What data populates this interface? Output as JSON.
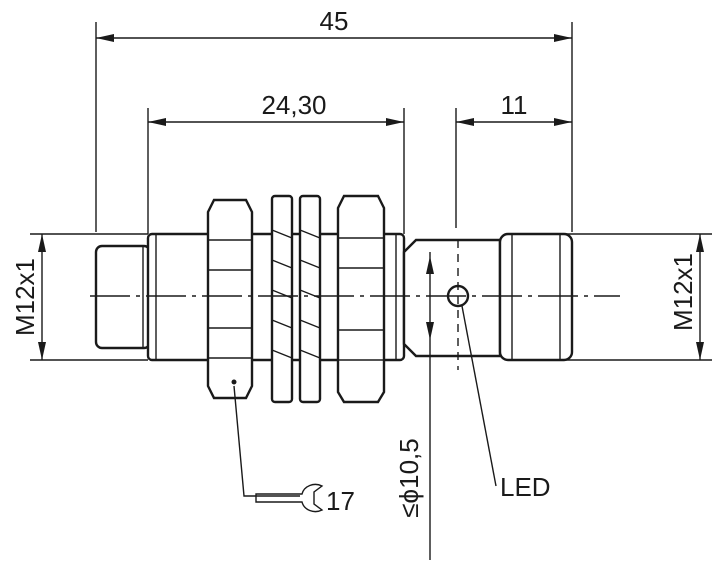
{
  "labels": {
    "overall_length": "45",
    "thread_length": "24,30",
    "rear_length": "11",
    "thread_left": "M12x1",
    "thread_right": "M12x1",
    "diameter": "≤ϕ10,5",
    "led": "LED",
    "wrench": "17"
  }
}
